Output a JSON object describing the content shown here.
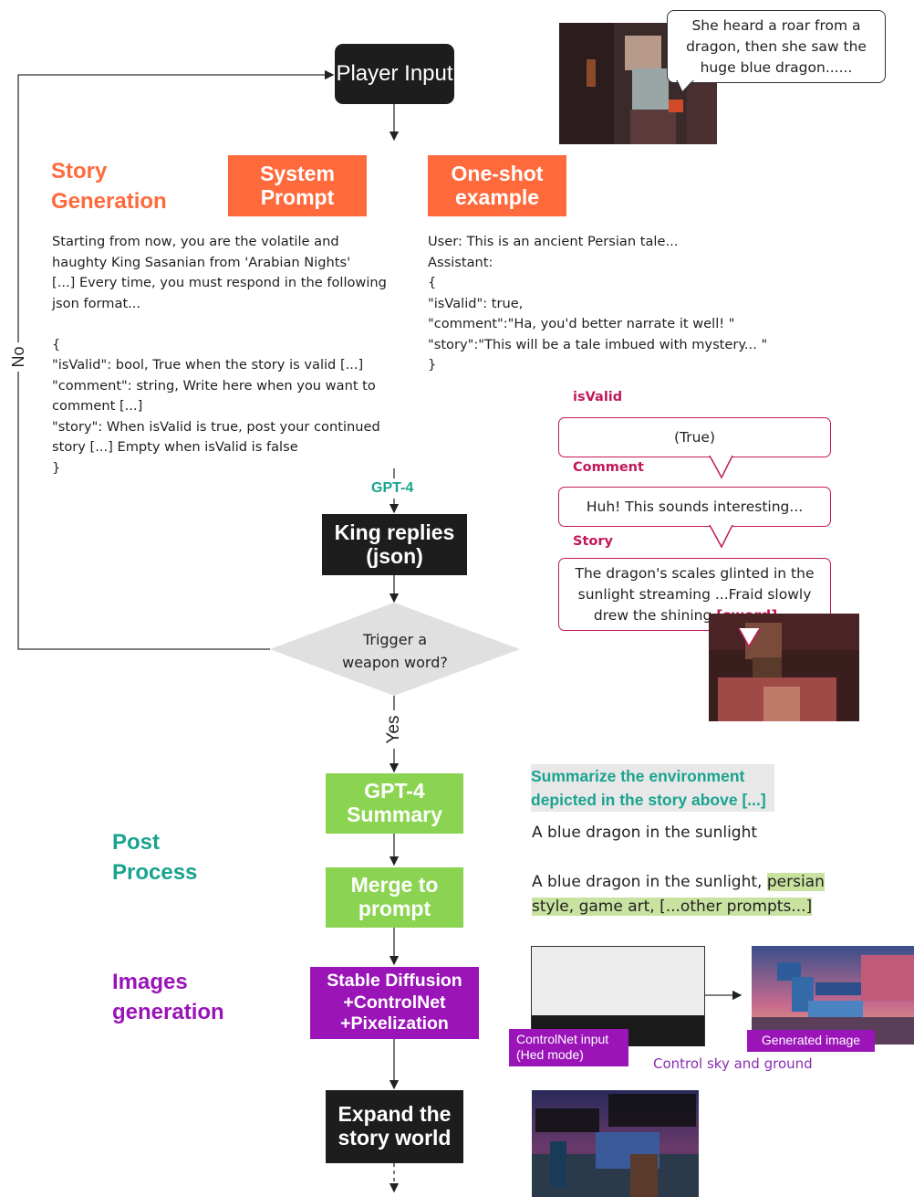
{
  "flow": {
    "player_input": "Player Input",
    "system_prompt": "System\nPrompt",
    "one_shot": "One-shot\nexample",
    "king_replies": "King replies\n(json)",
    "decision": "Trigger a\nweapon word?",
    "gpt4_summary": "GPT-4\nSummary",
    "merge_prompt": "Merge to\nprompt",
    "stable_diffusion": "Stable Diffusion\n+ControlNet\n+Pixelization",
    "expand": "Expand the\nstory world",
    "gpt4_label": "GPT-4",
    "no_label": "No",
    "yes_label": "Yes"
  },
  "sections": {
    "story_generation": "Story\nGeneration",
    "post_process": "Post\nProcess",
    "images_generation": "Images\ngeneration"
  },
  "system_prompt_text": "Starting from now, you are the volatile and\nhaughty King Sasanian from 'Arabian Nights'\n[...] Every time, you must respond in the following\njson format...\n\n{\n\"isValid\": bool, True when the story is valid [...]\n\"comment\": string, Write here when you want to\ncomment [...]\n\"story\": When isValid is true, post your continued\nstory [...] Empty when isValid is false\n}",
  "one_shot_text": "User: This is an ancient Persian tale...\nAssistant:\n{\n\"isValid\": true,\n\"comment\":\"Ha, you'd better narrate it well! \"\n\"story\":\"This will be a tale imbued with mystery... \"\n}",
  "player_speech": "She heard a roar from a\ndragon, then she saw the\nhuge blue dragon......",
  "response": {
    "isvalid_label": "isValid",
    "isvalid_value": "(True)",
    "comment_label": "Comment",
    "comment_value": "Huh! This sounds interesting...",
    "story_label": "Story",
    "story_value_1": "The dragon's scales glinted in the\nsunlight streaming ...Fraid slowly\ndrew the shining ",
    "story_keyword": "[sword]",
    "story_value_2": " ..."
  },
  "summary": {
    "instruction": "Summarize the environment\ndepicted in the story above [...]",
    "result": "A blue dragon in the sunlight",
    "merged_plain": "A blue dragon in the sunlight, ",
    "merged_highlight_1": "persian",
    "merged_highlight_2": "style, game art, [...other prompts...]"
  },
  "images": {
    "controlnet_tag": "ControlNet input\n(Hed mode)",
    "generated_tag": "Generated image",
    "control_caption": "Control sky and ground"
  },
  "colors": {
    "orange": "#ff6a3d",
    "green_text": "#1aa38f",
    "green_box": "#8bd451",
    "purple": "#9a14b8",
    "magenta": "#c2185b"
  }
}
